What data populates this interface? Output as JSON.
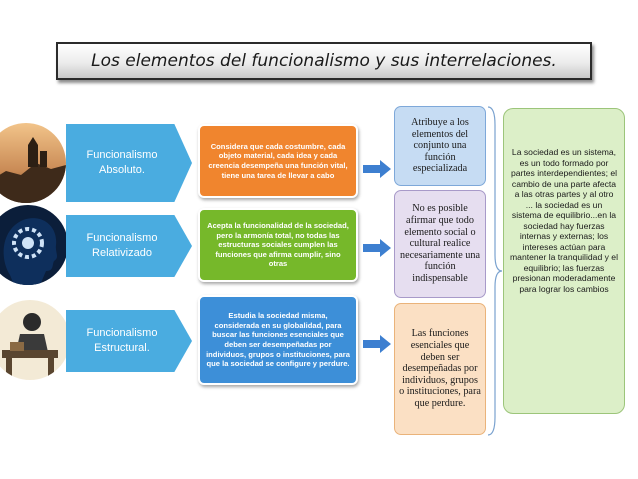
{
  "title": "Los elementos del funcionalismo y sus interrelaciones.",
  "rows": [
    {
      "label_line1": "Funcionalismo",
      "label_line2": "Absoluto.",
      "image_icon": "castle-landscape-icon",
      "description": "Considera que cada costumbre, cada objeto material, cada idea y cada creencia desempeña una función vital, tiene una tarea de llevar a cabo",
      "box_color": "#f0852e"
    },
    {
      "label_line1": "Funcionalismo",
      "label_line2": "Relativizado",
      "image_icon": "head-with-gears-icon",
      "description": "Acepta la funcionalidad de la sociedad, pero la armonía total, no todas las estructuras sociales cumplen las funciones que afirma cumplir, sino otras",
      "box_color": "#76b82a"
    },
    {
      "label_line1": "Funcionalismo",
      "label_line2": "Estructural.",
      "image_icon": "worker-at-desk-icon",
      "description": "Estudia la sociedad misma, considerada en su globalidad, para buscar las funciones esenciales que deben ser desempeñadas por individuos, grupos o instituciones, para que la sociedad se configure y perdure.",
      "box_color": "#3d8fd8"
    }
  ],
  "notes": [
    "Atribuye a los elementos del conjunto una función especializada",
    "No es posible afirmar que todo elemento social o cultural realice necesariamente una función indispensable",
    "Las funciones esenciales que deben ser desempeñadas por individuos, grupos o instituciones, para que perdure."
  ],
  "summary": "La sociedad es un sistema, es un todo formado por partes interdependientes; el cambio de una parte afecta a las otras partes y al otro ... la sociedad es un sistema de equilibrio...en la sociedad hay fuerzas internas y externas; los intereses actúan para mantener la tranquilidad y el equilibrio; las fuerzas presionan moderadamente para lograr los cambios"
}
